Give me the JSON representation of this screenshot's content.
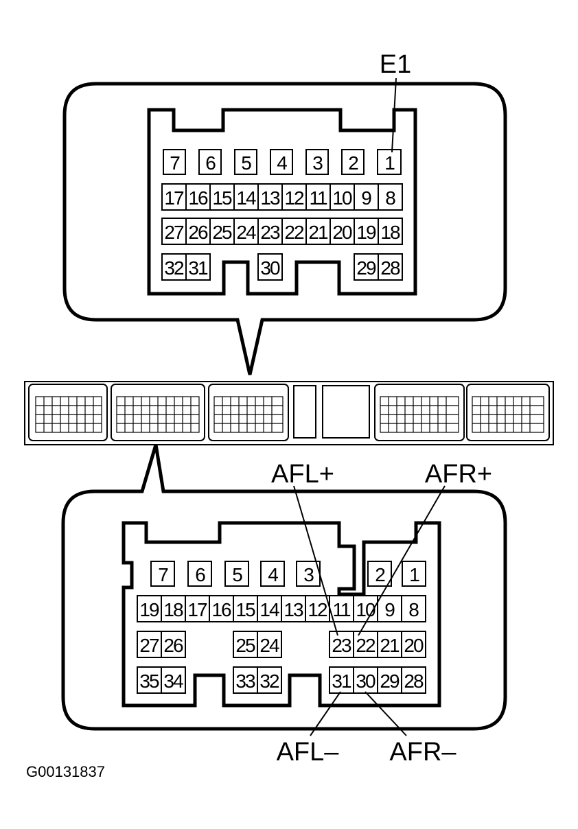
{
  "top_connector": {
    "rows": [
      [
        "7",
        "6",
        "5",
        "4",
        "3",
        "2",
        "1"
      ],
      [
        "17",
        "16",
        "15",
        "14",
        "13",
        "12",
        "11",
        "10",
        "9",
        "8"
      ],
      [
        "27",
        "26",
        "25",
        "24",
        "23",
        "22",
        "21",
        "20",
        "19",
        "18"
      ],
      [
        "32",
        "31",
        "30",
        "29",
        "28"
      ]
    ],
    "label_e1": "E1"
  },
  "bottom_connector": {
    "rows": [
      [
        "7",
        "6",
        "5",
        "4",
        "3",
        "2",
        "1"
      ],
      [
        "19",
        "18",
        "17",
        "16",
        "15",
        "14",
        "13",
        "12",
        "11",
        "10",
        "9",
        "8"
      ],
      [
        "27",
        "26",
        "25",
        "24",
        "23",
        "22",
        "21",
        "20"
      ],
      [
        "35",
        "34",
        "33",
        "32",
        "31",
        "30",
        "29",
        "28"
      ]
    ],
    "label_afl_plus": "AFL+",
    "label_afr_plus": "AFR+",
    "label_afl_minus": "AFL–",
    "label_afr_minus": "AFR–"
  },
  "figure_id": "G00131837"
}
